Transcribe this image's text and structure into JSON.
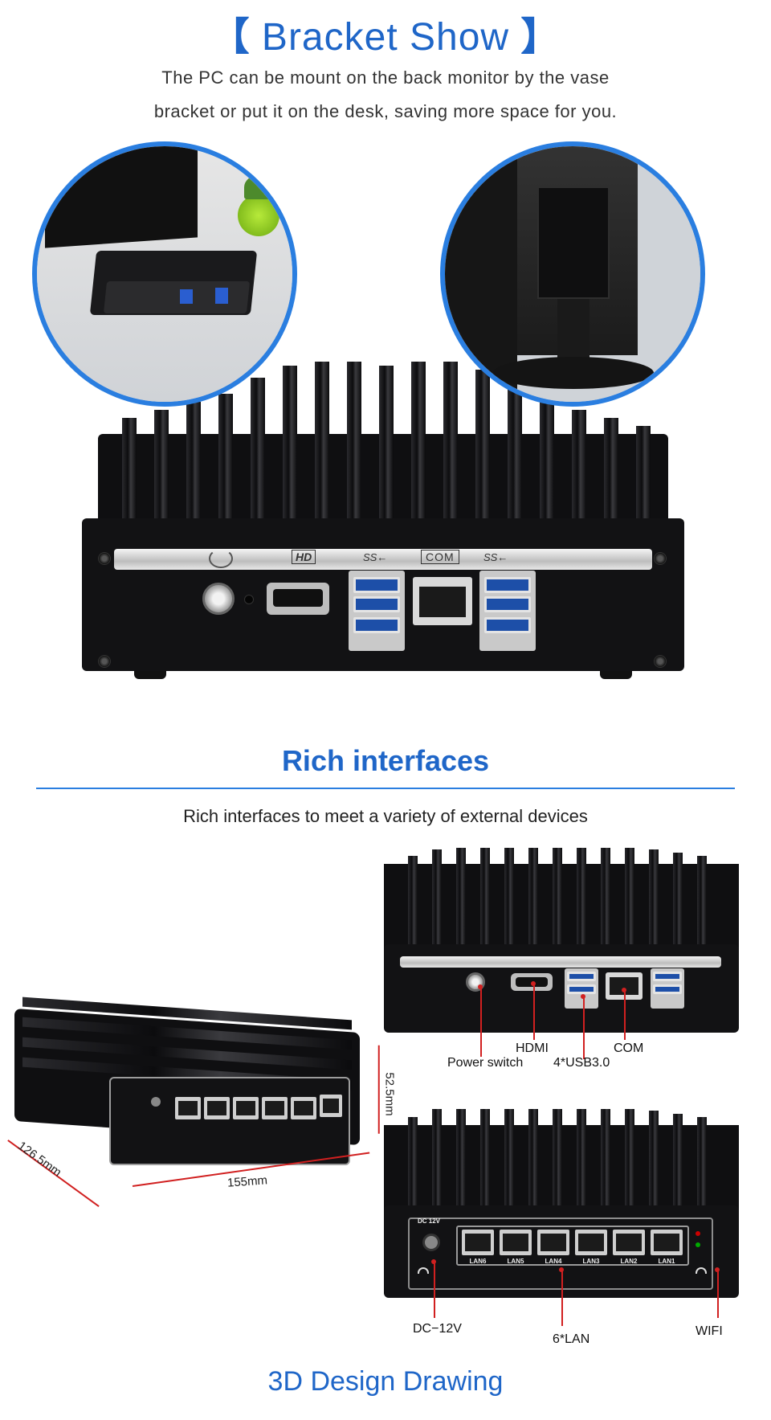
{
  "section1": {
    "title_open": "【",
    "title_text": "Bracket Show",
    "title_close": "】",
    "subtitle_line1": "The PC can be mount on the back monitor by the vase",
    "subtitle_line2": "bracket or put it on the desk, saving more space for you.",
    "front_labels": {
      "hd": "HD",
      "usb_left": "SS←",
      "com": "COM",
      "usb_right": "SS←"
    }
  },
  "section2": {
    "title": "Rich interfaces",
    "subtitle": "Rich interfaces to meet a variety of external devices",
    "callouts": {
      "hdmi": "HDMI",
      "power_switch": "Power switch",
      "usb": "4*USB3.0",
      "com": "COM",
      "dc": "DC−12V",
      "lan": "6*LAN",
      "wifi": "WIFI"
    },
    "dimensions": {
      "depth": "126.5mm",
      "width": "155mm",
      "height": "52.5mm"
    },
    "lan_labels": [
      "LAN6",
      "LAN5",
      "LAN4",
      "LAN3",
      "LAN2",
      "LAN1"
    ],
    "dc_label": "DC 12V",
    "footer_title": "3D Design Drawing"
  },
  "colors": {
    "accent": "#1f66c8",
    "callout_line": "#d12020",
    "device_body": "#0f0f11"
  }
}
